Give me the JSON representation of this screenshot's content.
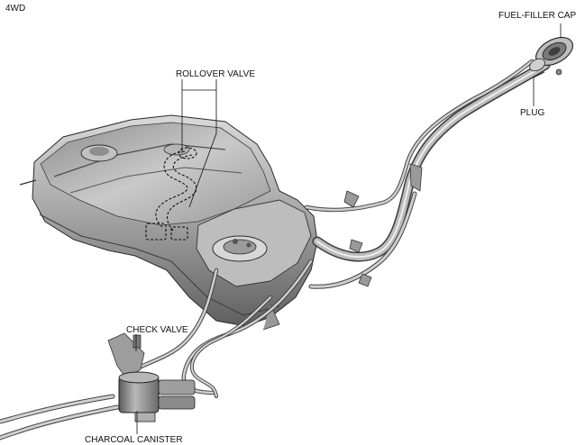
{
  "variant_label": "4WD",
  "callouts": {
    "fuel_filler_cap": "FUEL-FILLER CAP",
    "rollover_valve": "ROLLOVER VALVE",
    "plug": "PLUG",
    "check_valve": "CHECK VALVE",
    "charcoal_canister": "CHARCOAL CANISTER"
  },
  "colors": {
    "metal_dark": "#6e6e6e",
    "metal_mid": "#a9a9a9",
    "metal_light": "#e6e6e6",
    "line": "#111111"
  }
}
